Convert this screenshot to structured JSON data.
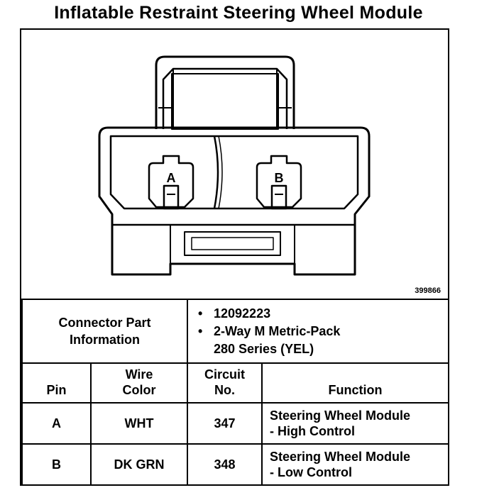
{
  "title": "Inflatable Restraint Steering Wheel Module",
  "figure": {
    "figure_number": "399866",
    "pin_a_label": "A",
    "pin_b_label": "B"
  },
  "connector_info": {
    "label_line1": "Connector Part",
    "label_line2": "Information",
    "items": [
      "12092223",
      "2-Way M Metric-Pack",
      "280 Series (YEL)"
    ],
    "bullet": "•"
  },
  "table": {
    "headers": {
      "pin": "Pin",
      "wire_color_line1": "Wire",
      "wire_color_line2": "Color",
      "circuit_line1": "Circuit",
      "circuit_line2": "No.",
      "function": "Function"
    },
    "rows": [
      {
        "pin": "A",
        "wire_color": "WHT",
        "circuit": "347",
        "function_line1": "Steering Wheel Module",
        "function_line2": "- High Control"
      },
      {
        "pin": "B",
        "wire_color": "DK GRN",
        "circuit": "348",
        "function_line1": "Steering Wheel Module",
        "function_line2": "- Low Control"
      }
    ]
  }
}
